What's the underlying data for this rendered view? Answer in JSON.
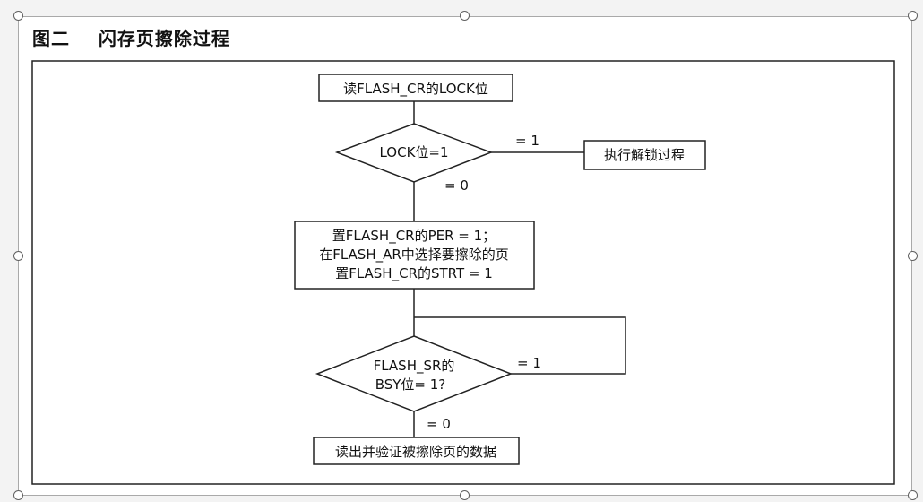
{
  "figure": {
    "title": "图二    闪存页擦除过程"
  },
  "flowchart": {
    "read_lock": "读FLASH_CR的LOCK位",
    "lock_decision": "LOCK位=1",
    "unlock": "执行解锁过程",
    "set_per": [
      "置FLASH_CR的PER = 1；",
      "在FLASH_AR中选择要擦除的页",
      "置FLASH_CR的STRT = 1"
    ],
    "busy_decision": [
      "FLASH_SR的",
      "BSY位= 1?"
    ],
    "verify": "读出并验证被擦除页的数据",
    "edges": {
      "lock_yes": "= 1",
      "lock_no": "= 0",
      "busy_yes": "= 1",
      "busy_no": "= 0"
    }
  }
}
